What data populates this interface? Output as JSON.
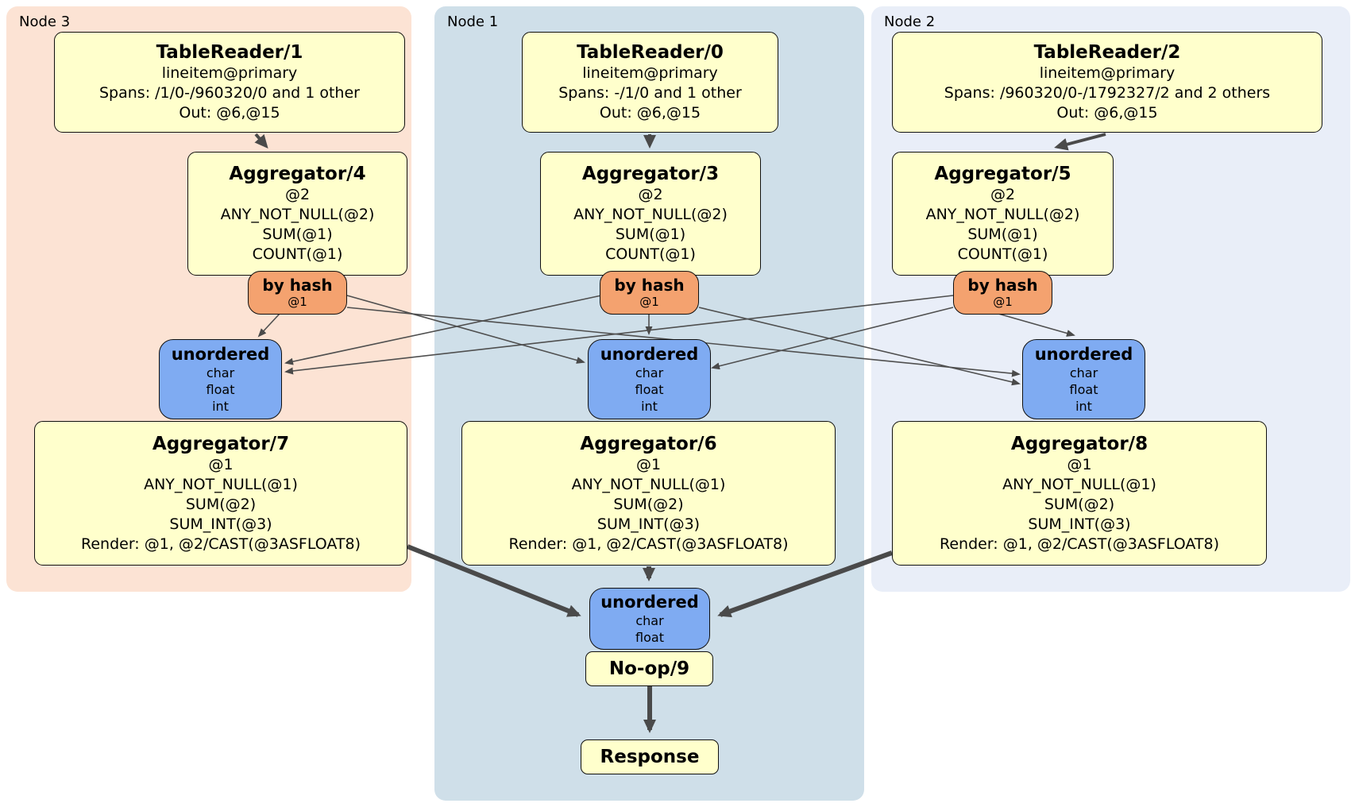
{
  "groups": [
    {
      "label": "Node 3"
    },
    {
      "label": "Node 1"
    },
    {
      "label": "Node 2"
    }
  ],
  "processors": {
    "tr1": {
      "title": "TableReader/1",
      "lines": [
        "lineitem@primary",
        "Spans: /1/0-/960320/0 and 1 other",
        "Out: @6,@15"
      ]
    },
    "agg4": {
      "title": "Aggregator/4",
      "lines": [
        "@2",
        "ANY_NOT_NULL(@2)",
        "SUM(@1)",
        "COUNT(@1)"
      ]
    },
    "bh3": {
      "title": "by hash",
      "lines": [
        "@1"
      ]
    },
    "u3": {
      "title": "unordered",
      "lines": [
        "char",
        "float",
        "int"
      ]
    },
    "agg7": {
      "title": "Aggregator/7",
      "lines": [
        "@1",
        "ANY_NOT_NULL(@1)",
        "SUM(@2)",
        "SUM_INT(@3)",
        "Render: @1, @2/CAST(@3ASFLOAT8)"
      ]
    },
    "tr0": {
      "title": "TableReader/0",
      "lines": [
        "lineitem@primary",
        "Spans: -/1/0 and 1 other",
        "Out: @6,@15"
      ]
    },
    "agg3": {
      "title": "Aggregator/3",
      "lines": [
        "@2",
        "ANY_NOT_NULL(@2)",
        "SUM(@1)",
        "COUNT(@1)"
      ]
    },
    "bh1": {
      "title": "by hash",
      "lines": [
        "@1"
      ]
    },
    "u1": {
      "title": "unordered",
      "lines": [
        "char",
        "float",
        "int"
      ]
    },
    "agg6": {
      "title": "Aggregator/6",
      "lines": [
        "@1",
        "ANY_NOT_NULL(@1)",
        "SUM(@2)",
        "SUM_INT(@3)",
        "Render: @1, @2/CAST(@3ASFLOAT8)"
      ]
    },
    "tr2": {
      "title": "TableReader/2",
      "lines": [
        "lineitem@primary",
        "Spans: /960320/0-/1792327/2 and 2 others",
        "Out: @6,@15"
      ]
    },
    "agg5": {
      "title": "Aggregator/5",
      "lines": [
        "@2",
        "ANY_NOT_NULL(@2)",
        "SUM(@1)",
        "COUNT(@1)"
      ]
    },
    "bh2": {
      "title": "by hash",
      "lines": [
        "@1"
      ]
    },
    "u2": {
      "title": "unordered",
      "lines": [
        "char",
        "float",
        "int"
      ]
    },
    "agg8": {
      "title": "Aggregator/8",
      "lines": [
        "@1",
        "ANY_NOT_NULL(@1)",
        "SUM(@2)",
        "SUM_INT(@3)",
        "Render: @1, @2/CAST(@3ASFLOAT8)"
      ]
    },
    "ufinal": {
      "title": "unordered",
      "lines": [
        "char",
        "float"
      ]
    },
    "noop": {
      "title": "No-op/9"
    },
    "response": {
      "title": "Response"
    }
  },
  "colors": {
    "processor_fill": "#ffffcc",
    "hash_router_fill": "#f4a26f",
    "sync_fill": "#7fabf2",
    "node3_bg": "#fce3d4",
    "node1_bg": "#cfdfe9",
    "node2_bg": "#e9eef8",
    "edge": "#4a4a4a"
  }
}
